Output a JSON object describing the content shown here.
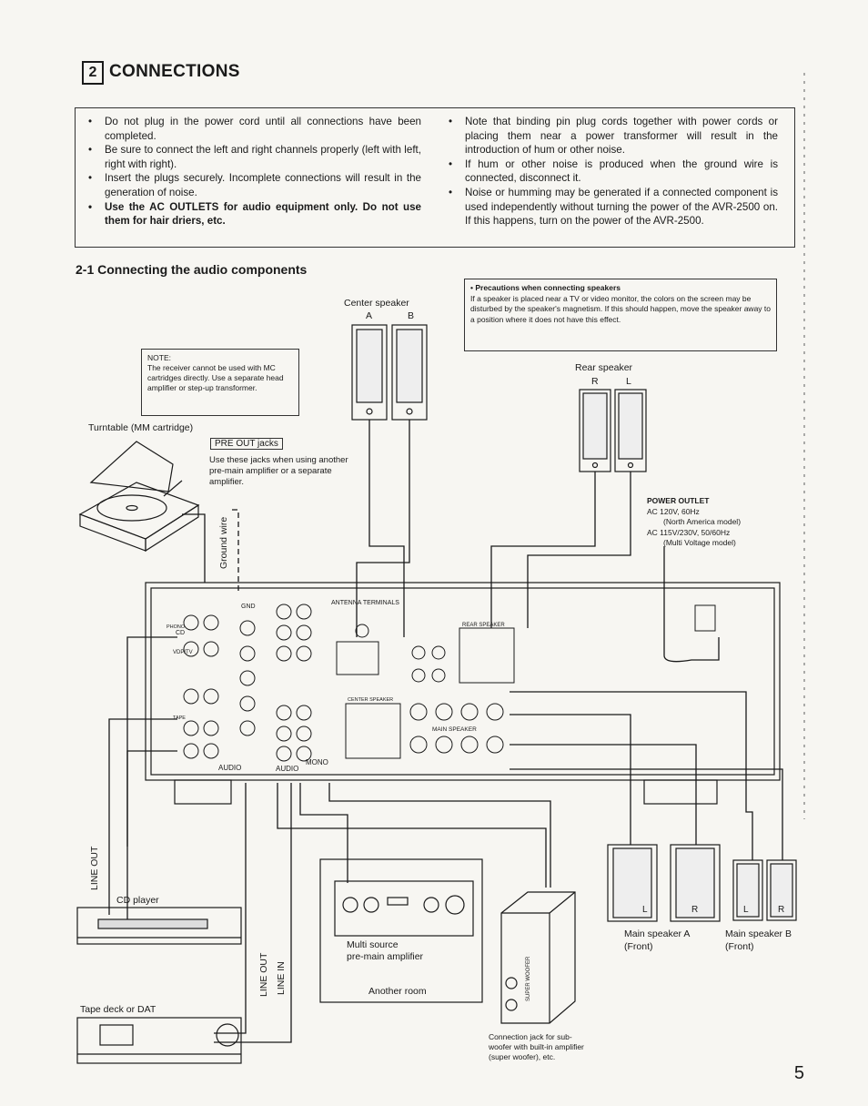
{
  "section": {
    "number": "2",
    "title": "CONNECTIONS"
  },
  "warnings": {
    "left": [
      {
        "text": "Do not plug in the power cord until all connections have been completed.",
        "bold": false
      },
      {
        "text": "Be sure to connect the left and right channels properly (left with left, right with right).",
        "bold": false
      },
      {
        "text": "Insert the plugs securely. Incomplete connections will result in the generation of noise.",
        "bold": false
      },
      {
        "text": "Use the AC OUTLETS for audio equipment only. Do not use them for hair driers, etc.",
        "bold": true
      }
    ],
    "right": [
      {
        "text": "Note that binding pin plug cords together with power cords or placing them near a power transformer will result in the introduction of hum or other noise.",
        "bold": false
      },
      {
        "text": "If hum or other noise is produced when the ground wire is connected, disconnect it.",
        "bold": false
      },
      {
        "text": "Noise or humming may be generated if a connected component is used independently without turning the power of the AVR-2500 on. If this happens, turn on the power of the AVR-2500.",
        "bold": false
      }
    ]
  },
  "subsection": "2-1 Connecting the audio components",
  "precautions": {
    "title": "Precautions when connecting speakers",
    "text": "If a speaker is placed near a TV or video monitor, the colors on the screen may be disturbed by the speaker's magnetism. If this should happen, move the speaker away to a position where it does not have this effect."
  },
  "note": {
    "title": "NOTE:",
    "text": "The receiver cannot be used with MC cartridges directly. Use a separate head amplifier or step-up transformer."
  },
  "pre_out": {
    "label": "PRE OUT jacks",
    "text": "Use these jacks when using another pre-main amplifier or a separate amplifier."
  },
  "labels": {
    "turntable": "Turntable (MM cartridge)",
    "center_speaker": "Center speaker",
    "center_a": "A",
    "center_b": "B",
    "rear_speaker": "Rear speaker",
    "rear_r": "R",
    "rear_l": "L",
    "ground_wire": "Ground wire",
    "power_outlet_title": "POWER OUTLET",
    "power_outlet_1": "AC 120V, 60Hz",
    "power_outlet_2": "(North America model)",
    "power_outlet_3": "AC 115V/230V, 50/60Hz",
    "power_outlet_4": "(Multi Voltage model)",
    "line_out_1": "LINE OUT",
    "cd_player": "CD player",
    "tape_deck": "Tape deck or DAT",
    "line_out_2": "LINE OUT",
    "line_in": "LINE IN",
    "multi_source_1": "Multi source",
    "multi_source_2": "pre-main amplifier",
    "another_room": "Another room",
    "subwoofer_1": "Connection jack for sub-",
    "subwoofer_2": "woofer with built-in amplifier",
    "subwoofer_3": "(super woofer), etc.",
    "main_a_1": "Main speaker A",
    "main_a_2": "(Front)",
    "main_b_1": "Main speaker B",
    "main_b_2": "(Front)",
    "spk_l": "L",
    "spk_r": "R",
    "antenna": "ANTENNA TERMINALS",
    "rear_speaker_panel": "REAR SPEAKER",
    "main_speaker_panel": "MAIN SPEAKER",
    "center_speaker_panel": "CENTER SPEAKER",
    "audio": "AUDIO",
    "mono": "MONO",
    "gnd": "GND",
    "phono": "PHONO",
    "cd": "CD",
    "vdp_tv": "VDP/TV",
    "tape": "TAPE",
    "super_woofer": "SUPER WOOFER"
  },
  "page_number": "5"
}
